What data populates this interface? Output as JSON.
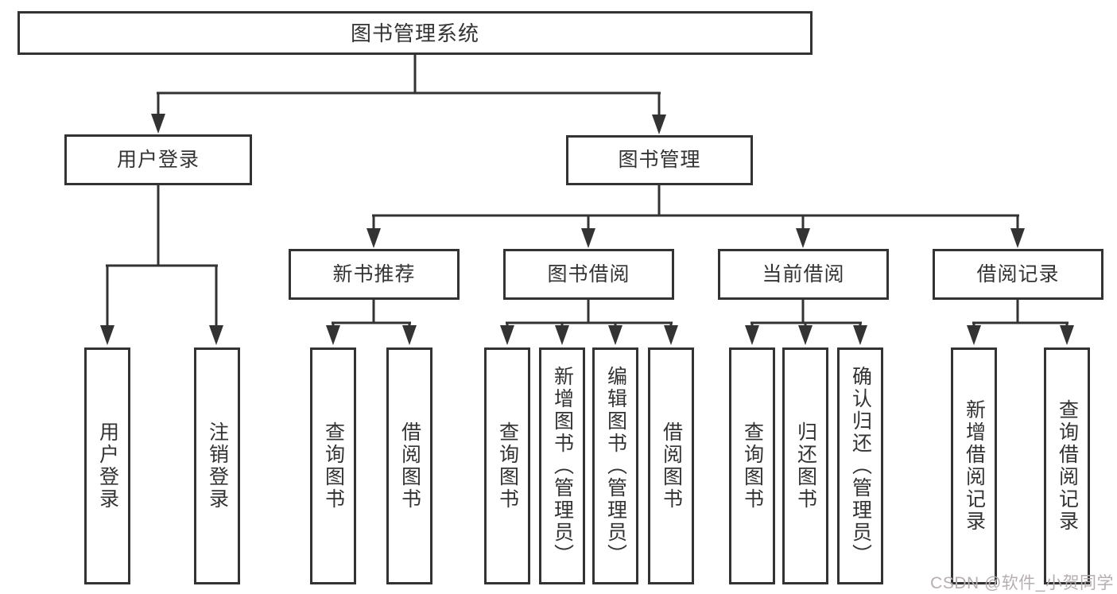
{
  "tree": {
    "root": {
      "label": "图书管理系统",
      "children": [
        {
          "label": "用户登录",
          "children": [
            {
              "label": "用户登录"
            },
            {
              "label": "注销登录"
            }
          ]
        },
        {
          "label": "图书管理",
          "children": [
            {
              "label": "新书推荐",
              "children": [
                {
                  "label": "查询图书"
                },
                {
                  "label": "借阅图书"
                }
              ]
            },
            {
              "label": "图书借阅",
              "children": [
                {
                  "label": "查询图书"
                },
                {
                  "label": "新增图书（管理员）"
                },
                {
                  "label": "编辑图书（管理员）"
                },
                {
                  "label": "借阅图书"
                }
              ]
            },
            {
              "label": "当前借阅",
              "children": [
                {
                  "label": "查询图书"
                },
                {
                  "label": "归还图书"
                },
                {
                  "label": "确认归还（管理员）"
                }
              ]
            },
            {
              "label": "借阅记录",
              "children": [
                {
                  "label": "新增借阅记录"
                },
                {
                  "label": "查询借阅记录"
                }
              ]
            }
          ]
        }
      ]
    }
  },
  "watermark": "CSDN @软件_小贺同学",
  "colors": {
    "line": "#333333",
    "text": "#333333",
    "background": "#ffffff",
    "watermark": "#b6aeb1"
  }
}
